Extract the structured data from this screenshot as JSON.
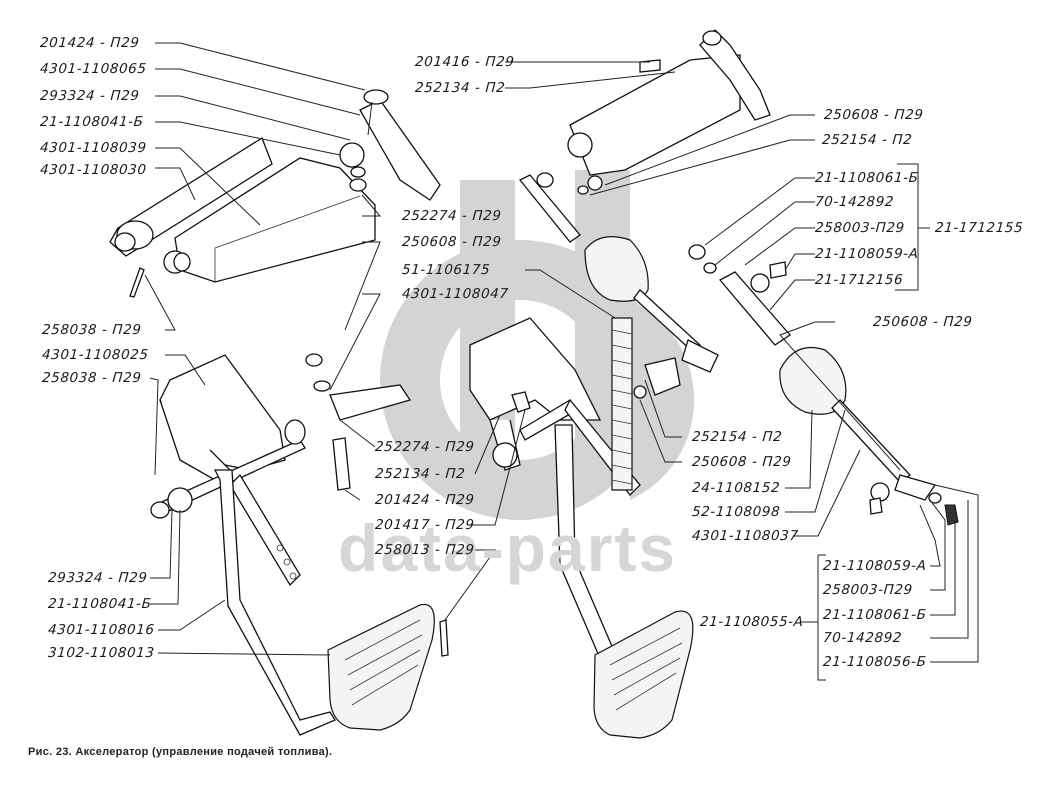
{
  "figure": {
    "caption": "Рис. 23. Акселератор (управление подачей топлива).",
    "watermark": "data-parts",
    "watermark_color": "#d4d4d4"
  },
  "labels": {
    "left_top": [
      "201424 - П29",
      "4301-1108065",
      "293324 - П29",
      "21-1108041-Б",
      "4301-1108039",
      "4301-1108030"
    ],
    "left_mid": [
      "258038 - П29",
      "4301-1108025",
      "258038 - П29"
    ],
    "left_bottom": [
      "293324 - П29",
      "21-1108041-Б",
      "4301-1108016",
      "3102-1108013"
    ],
    "center_upper": [
      "252274 - П29",
      "250608 - П29",
      "51-1106175",
      "4301-1108047"
    ],
    "center_lower": [
      "252274 - П29",
      "252134 - П2",
      "201424 - П29",
      "201417 - П29",
      "258013 - П29"
    ],
    "top_center": [
      "201416 - П29",
      "252134 - П2"
    ],
    "right_top": [
      "250608 - П29",
      "252154 - П2"
    ],
    "right_group": [
      "21-1108061-Б",
      "70-142892",
      "258003-П29",
      "21-1108059-А",
      "21-1712156"
    ],
    "right_group_assembly": "21-1712155",
    "right_mid": [
      "250608 - П29",
      "252154 - П2",
      "250608 - П29",
      "24-1108152",
      "52-1108098",
      "4301-1108037"
    ],
    "right_bottom": [
      "21-1108059-А",
      "258003-П29",
      "21-1108061-Б",
      "70-142892",
      "21-1108056-Б"
    ],
    "right_bottom_assembly": "21-1108055-А"
  }
}
